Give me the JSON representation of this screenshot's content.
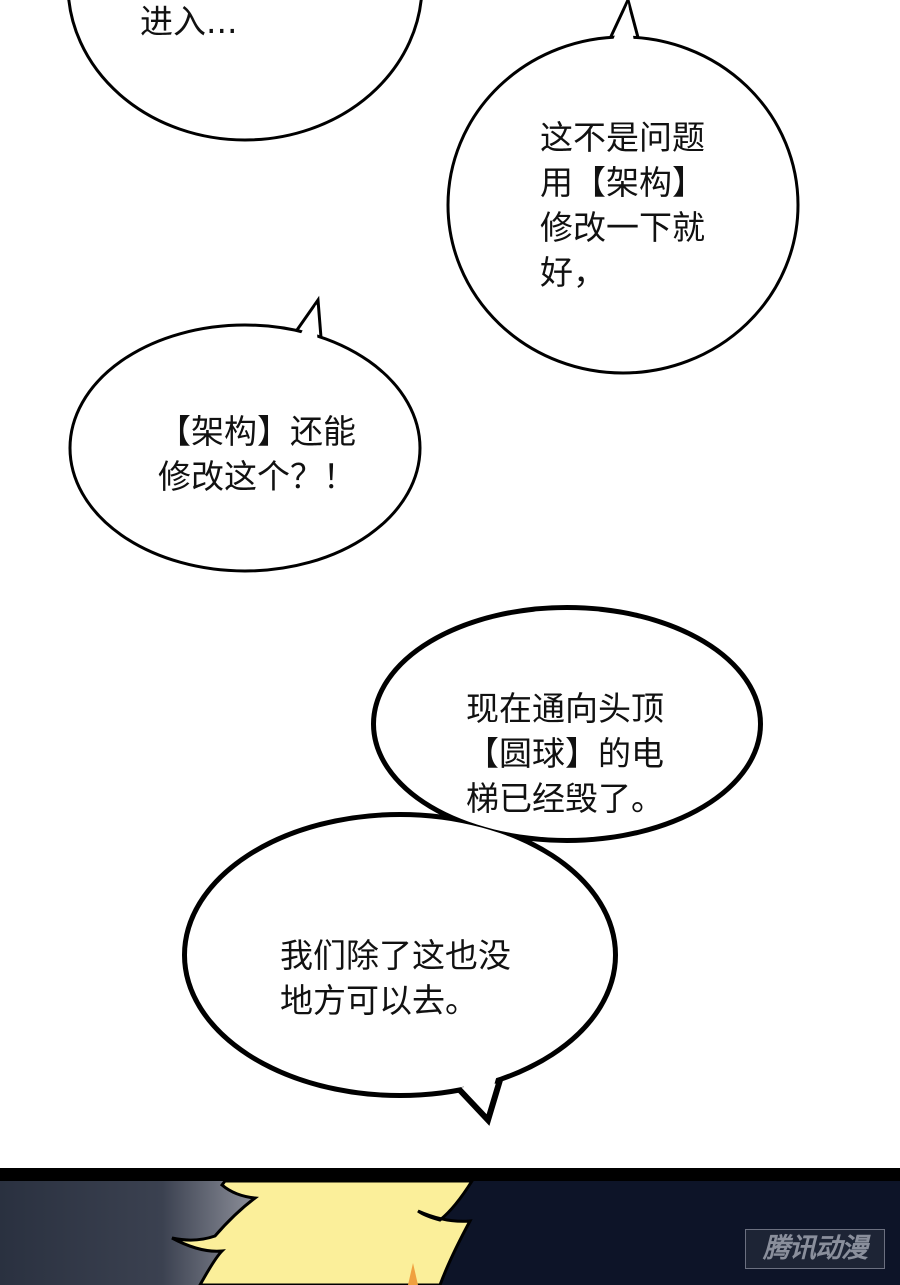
{
  "bubbles": {
    "b1": {
      "lines": [
        "进入..."
      ]
    },
    "b2": {
      "lines": [
        "这不是问题",
        "用【架构】",
        "修改一下就",
        "好，"
      ]
    },
    "b3": {
      "lines": [
        "【架构】还能",
        "修改这个？！"
      ]
    },
    "b4": {
      "lines": [
        "现在通向头顶",
        "【圆球】的电",
        "梯已经毁了。"
      ]
    },
    "b5": {
      "lines": [
        "我们除了这也没",
        "地方可以去。"
      ]
    }
  },
  "watermark": "腾讯动漫",
  "colors": {
    "hair": "#fbef9a",
    "night": "#0d1428",
    "border": "#000000"
  }
}
